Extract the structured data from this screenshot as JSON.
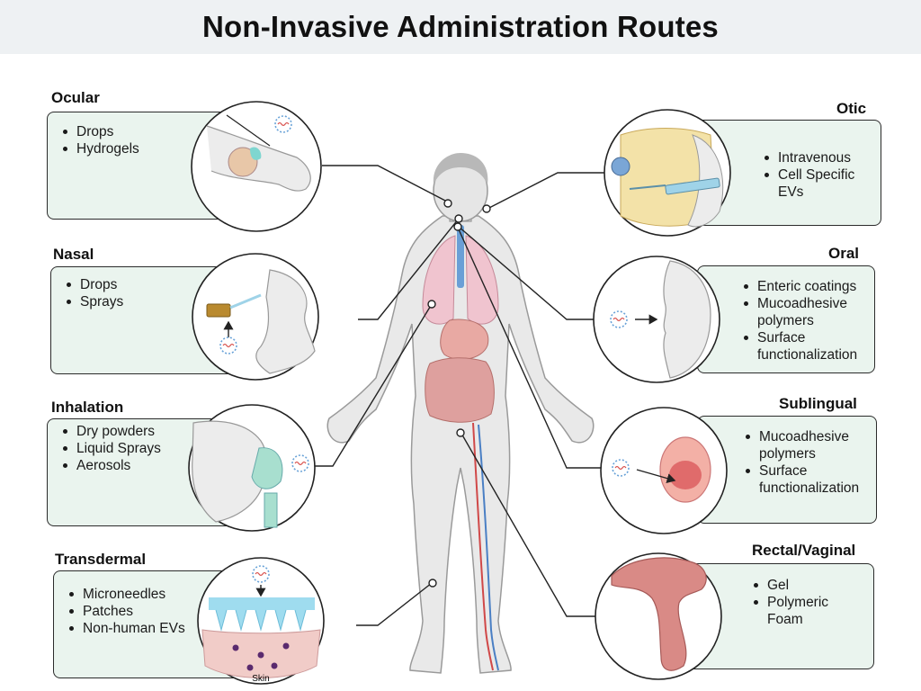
{
  "title": "Non-Invasive Administration Routes",
  "routes": {
    "ocular": {
      "label": "Ocular",
      "items": [
        "Drops",
        "Hydrogels"
      ]
    },
    "nasal": {
      "label": "Nasal",
      "items": [
        "Drops",
        "Sprays"
      ]
    },
    "inhalation": {
      "label": "Inhalation",
      "items": [
        "Dry powders",
        "Liquid Sprays",
        "Aerosols"
      ]
    },
    "transdermal": {
      "label": "Transdermal",
      "items": [
        "Microneedles",
        "Patches",
        "Non-human EVs"
      ],
      "skin_label": "Skin"
    },
    "otic": {
      "label": "Otic",
      "items": [
        "Intravenous",
        "Cell Specific",
        "EVs"
      ]
    },
    "oral": {
      "label": "Oral",
      "items": [
        "Enteric coatings",
        "Mucoadhesive",
        "polymers",
        "Surface",
        "functionalization"
      ]
    },
    "sublingual": {
      "label": "Sublingual",
      "items": [
        "Mucoadhesive",
        "polymers",
        "Surface",
        "functionalization"
      ]
    },
    "rectal": {
      "label": "Rectal/Vaginal",
      "items": [
        "Gel",
        "Polymeric",
        "Foam"
      ]
    }
  },
  "colors": {
    "title_bg": "#eef1f3",
    "card_bg": "#eaf4ee",
    "outline": "#2b2b2b",
    "body_fill": "#e9e9e9",
    "organ": "#e3a8a8",
    "ev_blue": "#6aa3d8"
  }
}
